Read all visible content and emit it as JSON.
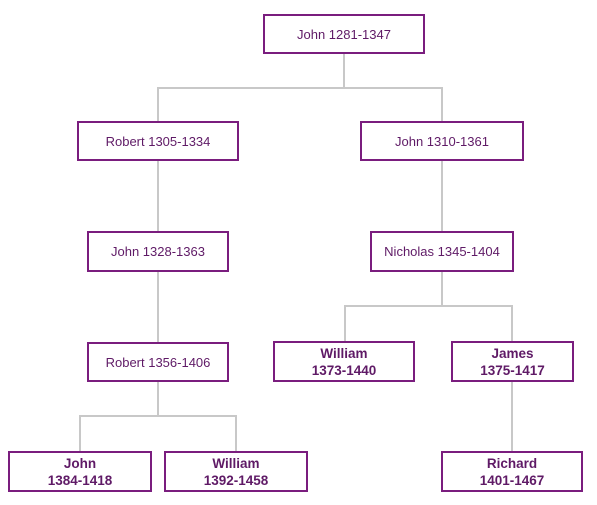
{
  "colors": {
    "box_border": "#7a1d7e",
    "text": "#5f1a66",
    "connector": "#c8c8c8",
    "background": "#ffffff"
  },
  "people": {
    "john_1281": {
      "label": "John 1281-1347"
    },
    "robert_1305": {
      "label": "Robert 1305-1334"
    },
    "john_1310": {
      "label": "John 1310-1361"
    },
    "john_1328": {
      "label": "John 1328-1363"
    },
    "nicholas_1345": {
      "label": "Nicholas 1345-1404"
    },
    "robert_1356": {
      "label": "Robert 1356-1406"
    },
    "william_1373": {
      "name": "William",
      "years": "1373-1440"
    },
    "james_1375": {
      "name": "James",
      "years": "1375-1417"
    },
    "john_1384": {
      "name": "John",
      "years": "1384-1418"
    },
    "william_1392": {
      "name": "William",
      "years": "1392-1458"
    },
    "richard_1401": {
      "name": "Richard",
      "years": "1401-1467"
    }
  },
  "relationships": [
    {
      "parent": "john_1281",
      "children": [
        "robert_1305",
        "john_1310"
      ]
    },
    {
      "parent": "robert_1305",
      "children": [
        "john_1328"
      ]
    },
    {
      "parent": "john_1328",
      "children": [
        "robert_1356"
      ]
    },
    {
      "parent": "robert_1356",
      "children": [
        "john_1384",
        "william_1392"
      ]
    },
    {
      "parent": "john_1310",
      "children": [
        "nicholas_1345"
      ]
    },
    {
      "parent": "nicholas_1345",
      "children": [
        "william_1373",
        "james_1375"
      ]
    },
    {
      "parent": "james_1375",
      "children": [
        "richard_1401"
      ]
    }
  ]
}
